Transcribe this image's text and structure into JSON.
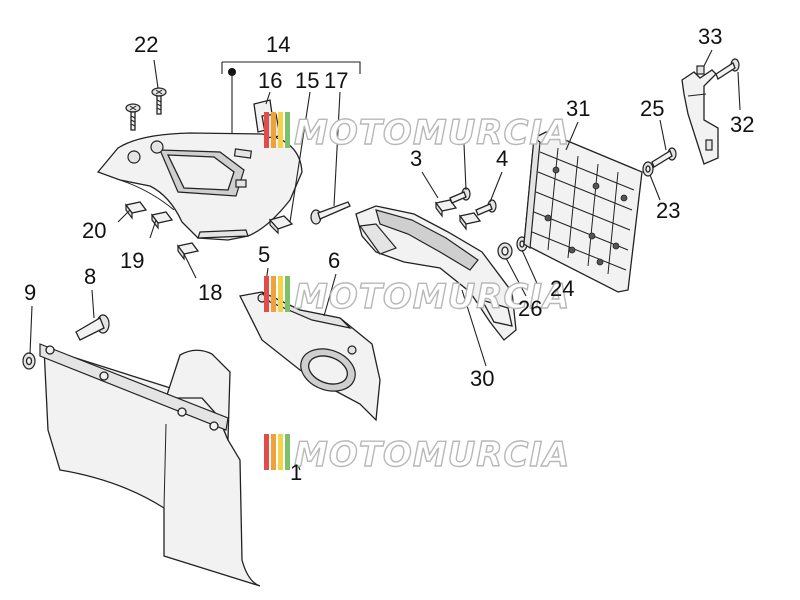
{
  "diagram": {
    "watermark": {
      "text": "MOTOMURCIA",
      "stripe_colors": [
        "#e34a4a",
        "#f0a23a",
        "#f4d24a",
        "#7cc16a",
        "#9ad39a"
      ],
      "outline_color": "#b8b8b8"
    },
    "callouts": {
      "c1": "1",
      "c3": "3",
      "c4": "4",
      "c5": "5",
      "c6": "6",
      "c8": "8",
      "c9": "9",
      "c14": "14",
      "c15": "15",
      "c16": "16",
      "c17": "17",
      "c18": "18",
      "c19": "19",
      "c20": "20",
      "c22": "22",
      "c23": "23",
      "c24": "24",
      "c25": "25",
      "c26": "26",
      "c30": "30",
      "c31": "31",
      "c32": "32",
      "c33": "33"
    }
  }
}
